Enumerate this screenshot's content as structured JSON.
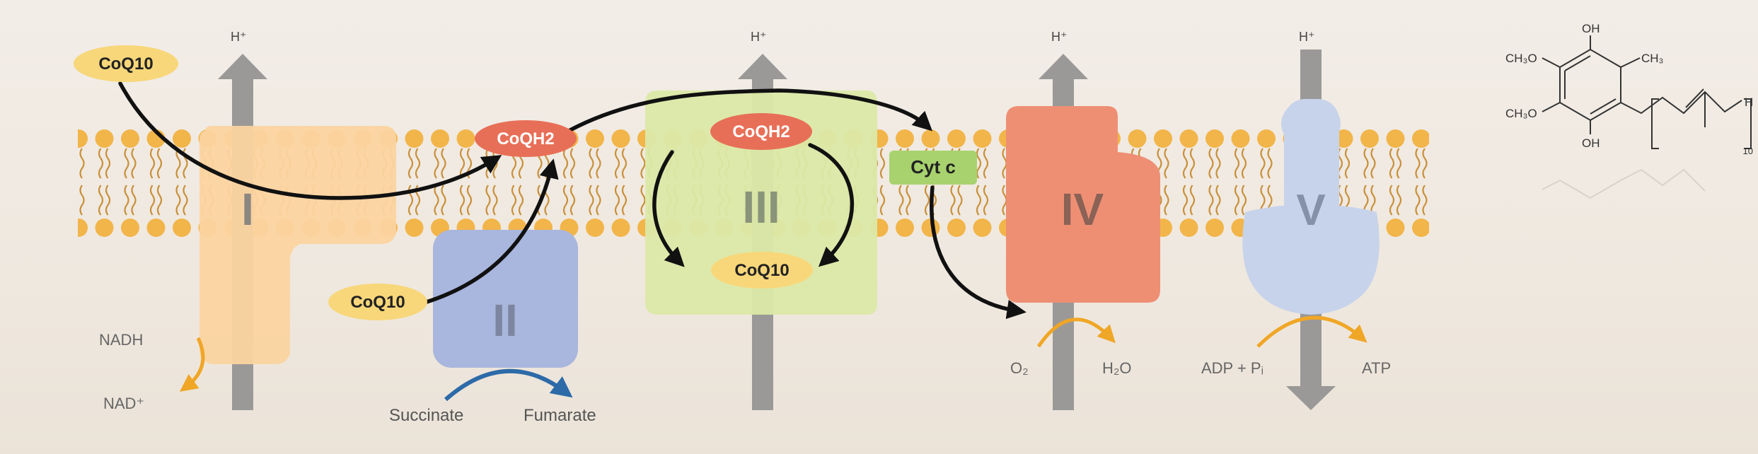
{
  "labels": {
    "proton": "H⁺",
    "coq10": "CoQ10",
    "coqh2": "CoQH2",
    "cytc": "Cyt c",
    "complex_I": "I",
    "complex_II": "II",
    "complex_III": "III",
    "complex_IV": "IV",
    "complex_V": "V",
    "nadh": "NADH",
    "nad": "NAD⁺",
    "succinate": "Succinate",
    "fumarate": "Fumarate",
    "o2": "O₂",
    "h2o": "H₂O",
    "adp": "ADP + Pᵢ",
    "atp": "ATP"
  },
  "structure": {
    "oh_top": "OH",
    "oh_bottom": "OH",
    "ch3o_top": "CH₃O",
    "ch3o_bottom": "CH₃O",
    "ch3": "CH₃",
    "h": "H",
    "repeat": "10"
  },
  "colors": {
    "complex_I": "#fbd4a0",
    "complex_II": "#a9b6dd",
    "complex_III": "#dbe9a6",
    "complex_IV": "#ee8f74",
    "complex_V": "#c7d3ea",
    "coq10": "#f8d77a",
    "coqh2": "#e86f57",
    "cytc": "#a8d26e",
    "lipid_head": "#f2b54a",
    "arrow_gray": "#9a9998",
    "orange_arrow": "#f0a626",
    "blue_arrow": "#2d6aa8"
  }
}
